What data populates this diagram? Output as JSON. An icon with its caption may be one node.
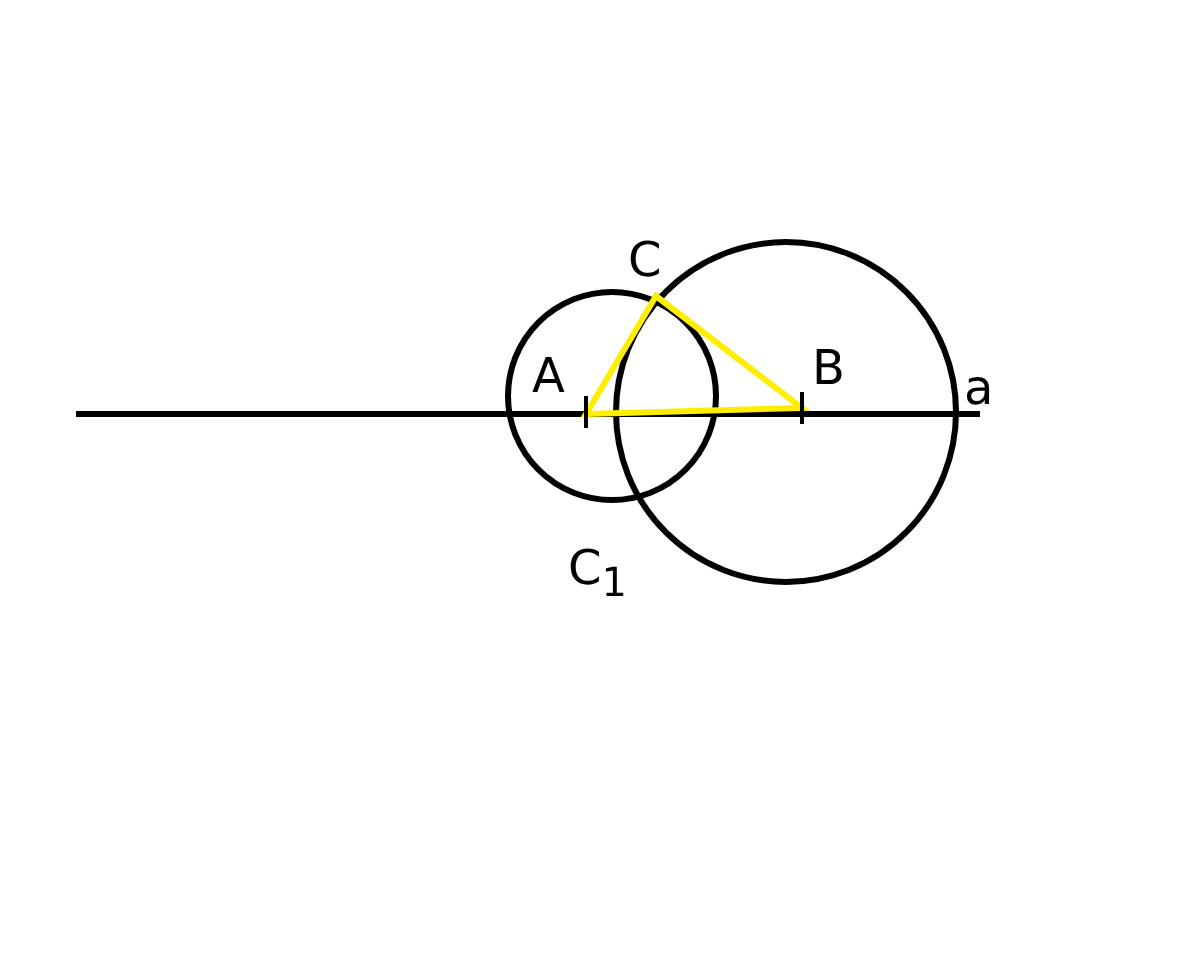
{
  "diagram": {
    "labels": [
      "C",
      "A",
      "B",
      "a",
      "C$_{1}$"
    ]
  }
}
